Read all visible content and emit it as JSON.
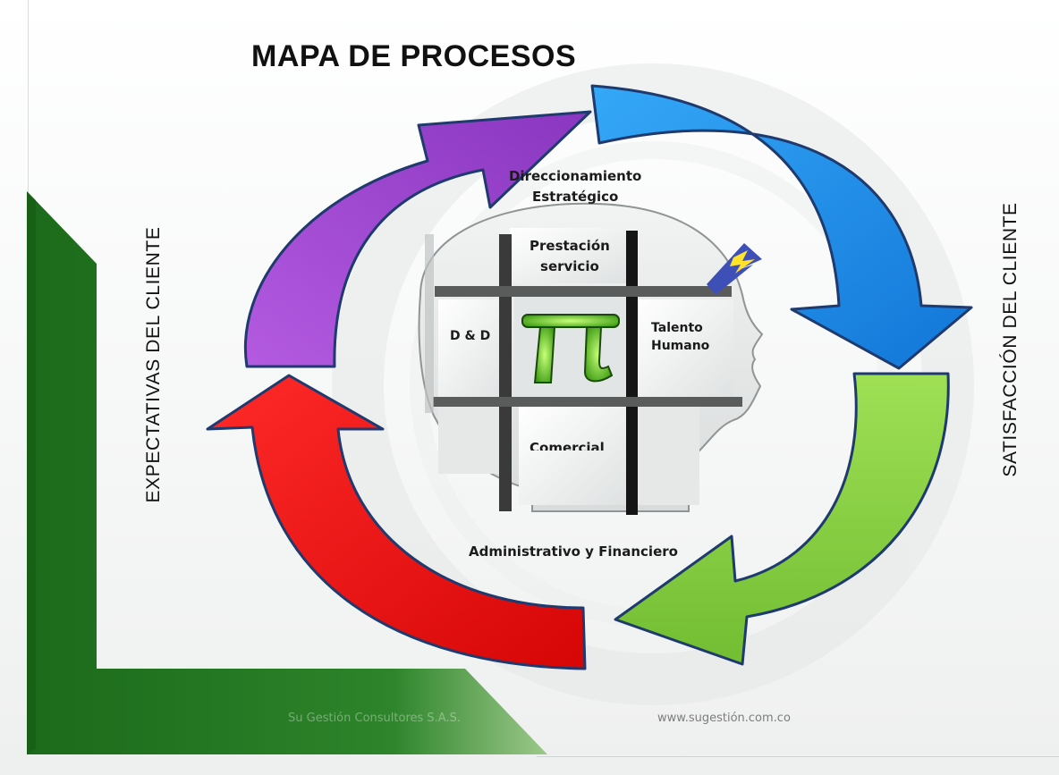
{
  "title": "MAPA DE PROCESOS",
  "side_labels": {
    "left": "EXPECTATIVAS DEL CLIENTE",
    "right": "SATISFACCIÓN DEL CLIENTE"
  },
  "process_labels": {
    "strategic": [
      "Direccionamiento",
      "Estratégico"
    ],
    "service": [
      "Prestación",
      "servicio"
    ],
    "dd": "D & D",
    "talent": [
      "Talento",
      "Humano"
    ],
    "commercial": "Comercial",
    "admin": "Administrativo y Financiero"
  },
  "center_symbol": "π",
  "footer": {
    "company": "Su Gestión Consultores S.A.S.",
    "url": "www.sugestión.com.co"
  },
  "colors": {
    "arrow_top_right": "#1f8fea",
    "arrow_bottom_right": "#8bd241",
    "arrow_bottom_left": "#ee0d0d",
    "arrow_top_left": "#9c44cc",
    "corner_green": "#267a24",
    "pi_green": "#5fcc2a"
  }
}
